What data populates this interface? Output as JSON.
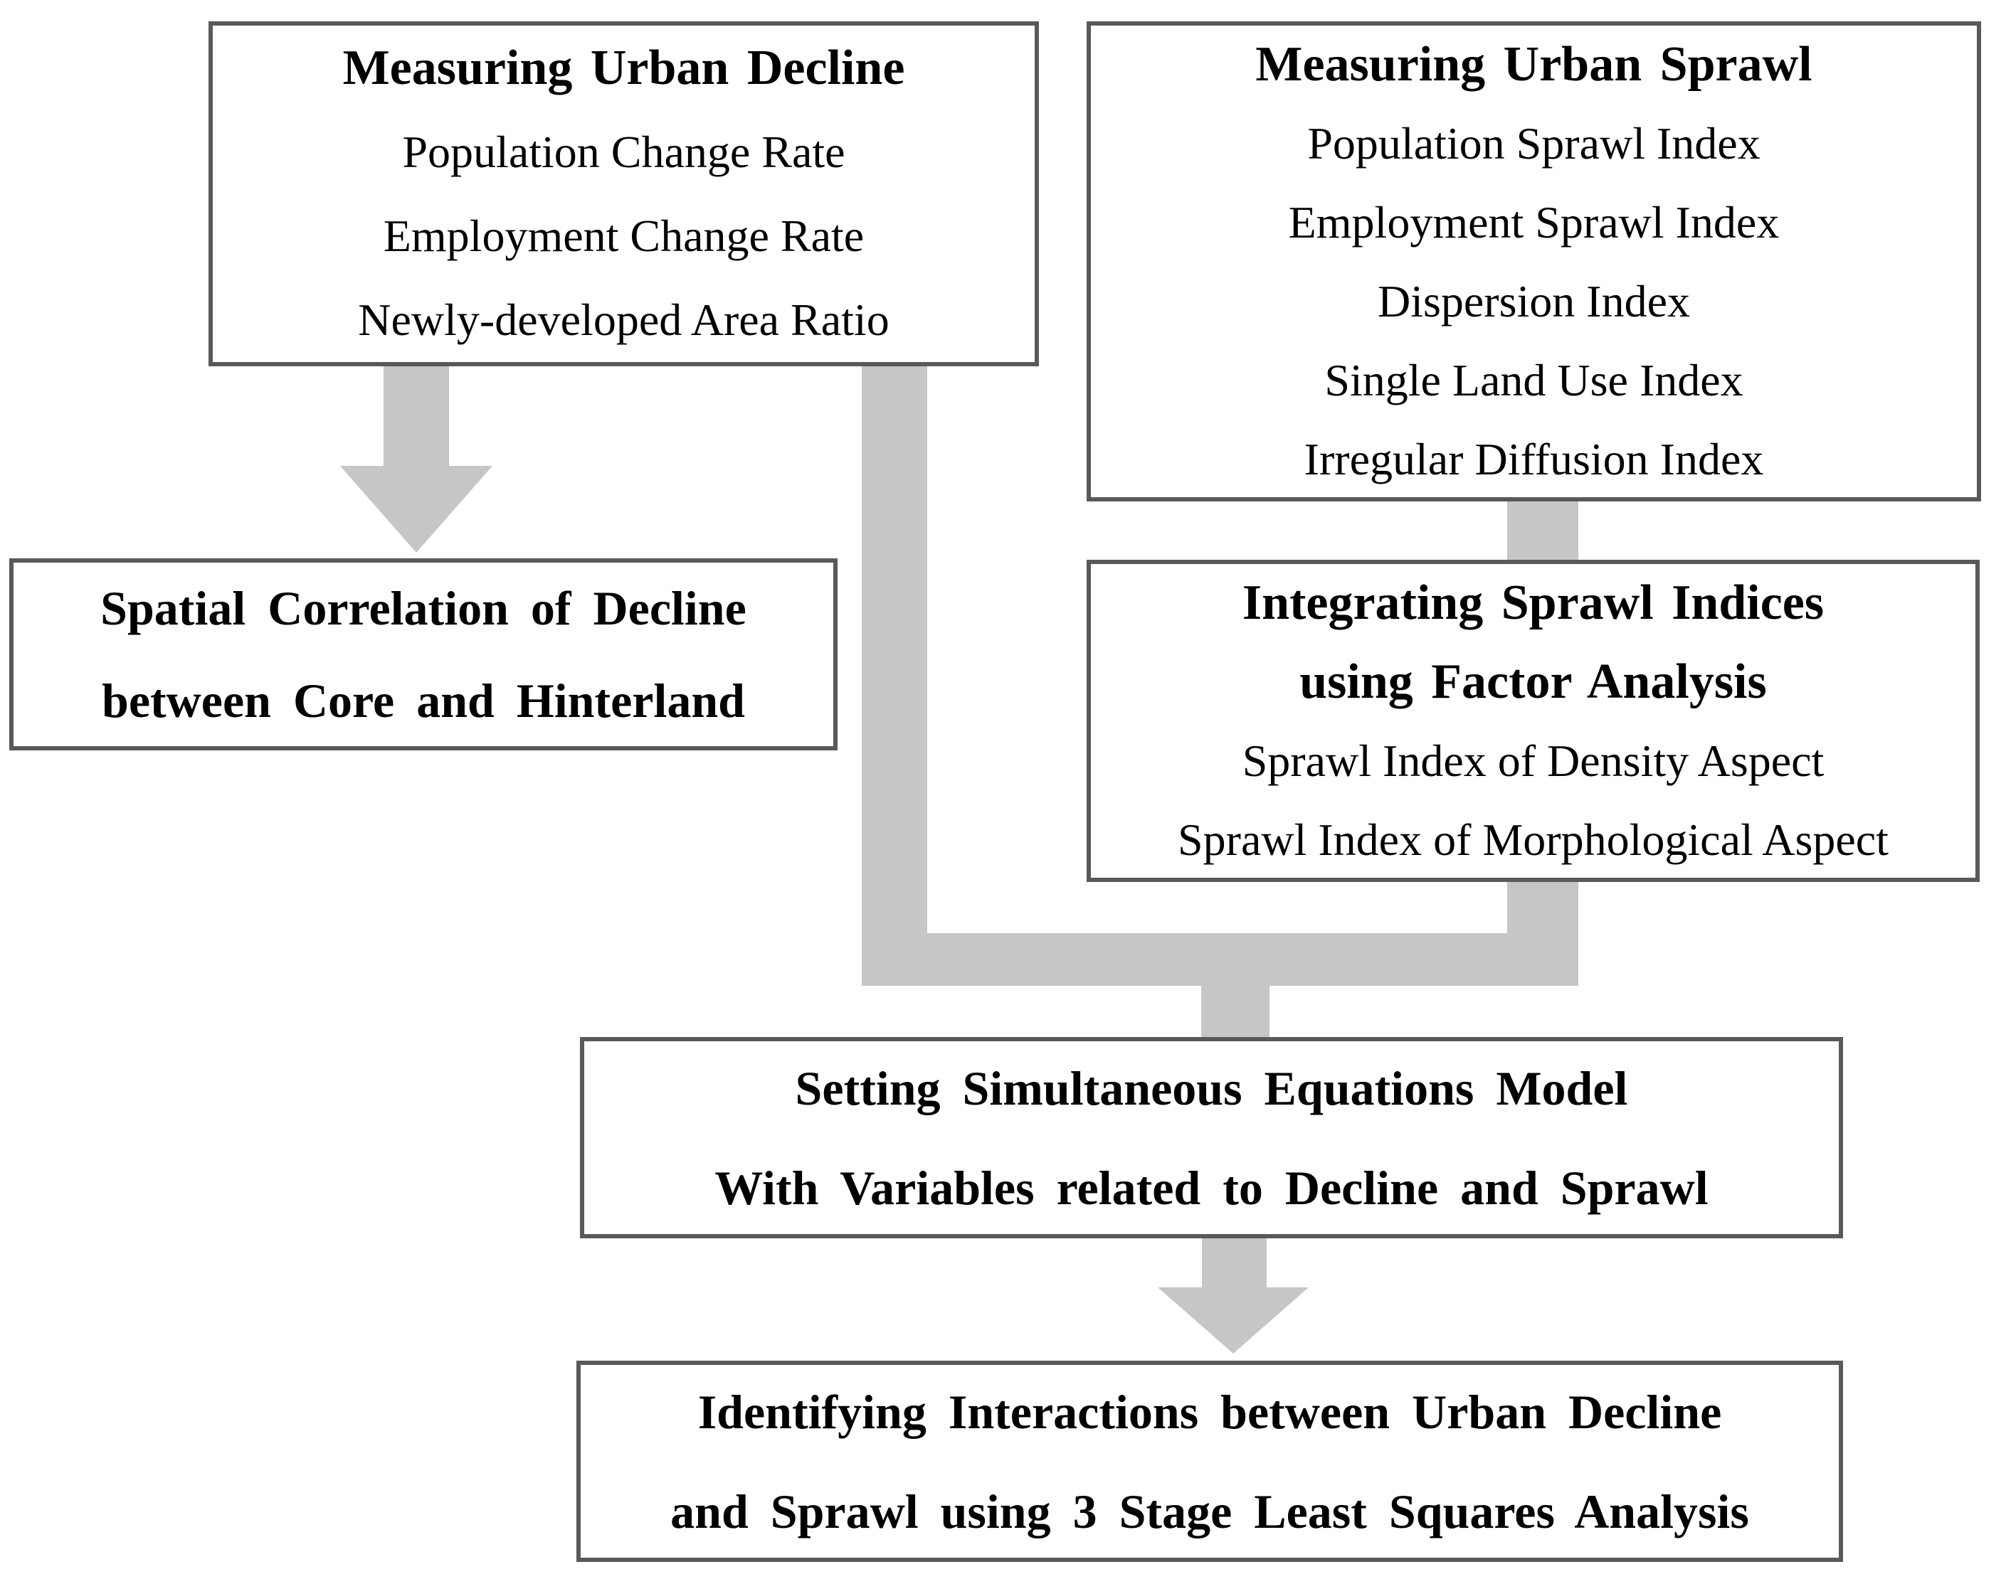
{
  "diagram": {
    "boxes": {
      "decline": {
        "title": "Measuring Urban Decline",
        "items": [
          "Population Change Rate",
          "Employment Change Rate",
          "Newly-developed Area Ratio"
        ]
      },
      "sprawl": {
        "title": "Measuring Urban Sprawl",
        "items": [
          "Population Sprawl Index",
          "Employment Sprawl Index",
          "Dispersion Index",
          "Single Land Use Index",
          "Irregular Diffusion Index"
        ]
      },
      "spatial": {
        "lines": [
          "Spatial Correlation of Decline",
          "between Core and Hinterland"
        ]
      },
      "integrating": {
        "title_lines": [
          "Integrating Sprawl Indices",
          "using Factor Analysis"
        ],
        "items": [
          "Sprawl Index of Density Aspect",
          "Sprawl Index of Morphological Aspect"
        ]
      },
      "equations": {
        "lines": [
          "Setting Simultaneous Equations Model",
          "With Variables related to Decline and Sprawl"
        ]
      },
      "identifying": {
        "lines": [
          "Identifying Interactions between Urban Decline",
          "and Sprawl using 3 Stage Least Squares Analysis"
        ]
      }
    },
    "colors": {
      "connector": "#c6c6c6",
      "border": "#595959",
      "text": "#000000",
      "background": "#ffffff"
    }
  }
}
